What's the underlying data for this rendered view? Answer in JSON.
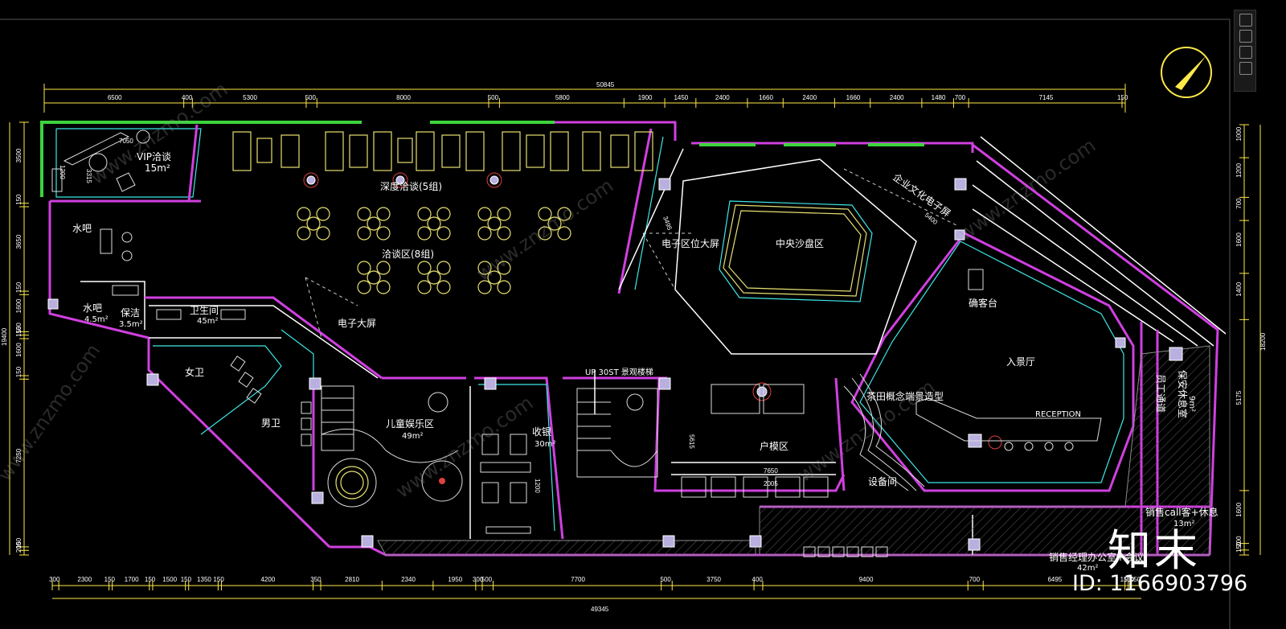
{
  "drawing": {
    "total_width_top": "50845",
    "total_width_bottom": "49345",
    "total_height_left": "19400",
    "total_height_right": "18200"
  },
  "dims_top": [
    "6500",
    "400",
    "5300",
    "500",
    "8000",
    "500",
    "5800",
    "1900",
    "1450",
    "2400",
    "1660",
    "2400",
    "1660",
    "2400",
    "1480",
    "700",
    "7145",
    "150"
  ],
  "dims_bottom": [
    "300",
    "2300",
    "150",
    "1700",
    "150",
    "1500",
    "150",
    "1350",
    "150",
    "4200",
    "350",
    "2810",
    "2340",
    "1950",
    "300",
    "500",
    "7700",
    "500",
    "3750",
    "400",
    "9400",
    "700",
    "6495",
    "150",
    "150",
    "450"
  ],
  "dims_left": [
    "3500",
    "150",
    "3650",
    "150",
    "1600",
    "150",
    "150",
    "1600",
    "150",
    "7250",
    "150",
    "200"
  ],
  "dims_right": [
    "1000",
    "1200",
    "700",
    "1600",
    "1400",
    "5175",
    "1600",
    "200",
    "150"
  ],
  "rooms": {
    "vip": "VIP洽谈",
    "vip_area": "15m²",
    "water_bar": "水吧",
    "water_bar2": "水吧",
    "water_bar2_area": "4.5m²",
    "cleaning": "保洁",
    "cleaning_area": "3.5m²",
    "wc": "卫生间",
    "wc_area": "45m²",
    "female_wc": "女卫",
    "male_wc": "男卫",
    "deep_talk": "深度洽谈(5组)",
    "talk_area": "洽谈区(8组)",
    "screen1": "电子大屏",
    "screen2": "电子区位大屏",
    "sand_table": "中央沙盘区",
    "corp_screen": "企业文化电子屏",
    "reception_desk": "确客台",
    "lobby": "入景厅",
    "reception": "RECEPTION",
    "stairs": "UP 30ST 景观楼梯",
    "kids": "儿童娱乐区",
    "kids_area": "49m²",
    "cashier": "收银",
    "cashier_area": "30m²",
    "model_area": "户模区",
    "concept_wall": "茶田概念端景造型",
    "equipment": "设备间",
    "staff_passage": "员工通道",
    "security": "保安休息室",
    "security_area": "9m²",
    "sales_call": "销售call客+休息",
    "sales_call_area": "13m²",
    "sales_manager": "销售经理办公室+会议",
    "sales_manager_area": "42m²"
  },
  "inner_dims": {
    "vip_w": "7050",
    "vip_h": "3315",
    "screen_len": "3495",
    "corp_len": "5400",
    "stair_w": "5615",
    "model_w": "7650",
    "model_w2": "2005",
    "cashier_h": "1200",
    "vip_small": "1200"
  },
  "watermark": "www.znzmo.com",
  "logo_text": "知末",
  "image_id": "ID: 1166903796",
  "colors": {
    "background": "#000000",
    "wall_green": "#3cd43c",
    "wall_magenta": "#d040e0",
    "dimension_yellow": "#ffe94a",
    "accent_cyan": "#3ee6e6",
    "furniture_yellow": "#e8e070"
  }
}
